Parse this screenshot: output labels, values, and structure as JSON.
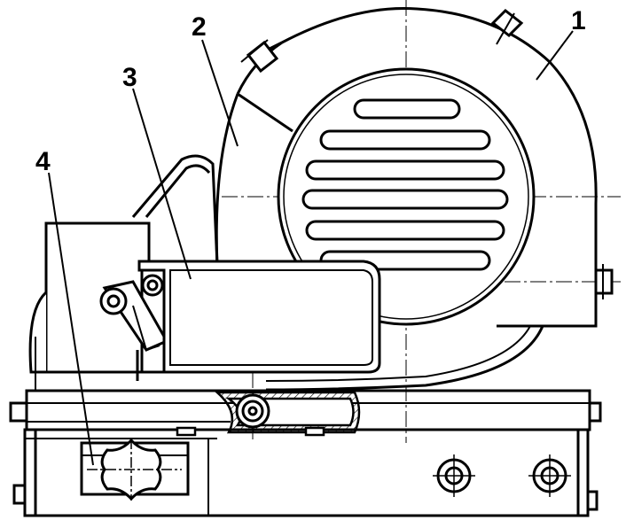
{
  "diagram": {
    "labels": [
      {
        "id": "1",
        "text": "1"
      },
      {
        "id": "2",
        "text": "2"
      },
      {
        "id": "3",
        "text": "3"
      },
      {
        "id": "4",
        "text": "4"
      }
    ]
  },
  "colors": {
    "line": "#000000",
    "background": "#ffffff"
  }
}
